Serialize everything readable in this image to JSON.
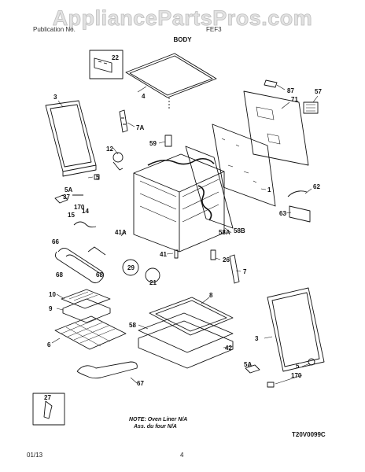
{
  "watermark": "AppliancePartsPros.com",
  "header": {
    "left": "Publication No.",
    "right": "FEF3",
    "title": "BODY"
  },
  "callouts": [
    "22",
    "4",
    "3",
    "7A",
    "12",
    "59",
    "87",
    "71",
    "57",
    "5",
    "5A",
    "37",
    "170",
    "15",
    "14",
    "1",
    "62",
    "63",
    "41A",
    "58A",
    "58B",
    "66",
    "68",
    "68",
    "41",
    "29",
    "21",
    "26",
    "7",
    "10",
    "9",
    "8",
    "58",
    "3",
    "6",
    "42",
    "5A",
    "5",
    "170",
    "67",
    "27"
  ],
  "note": {
    "line1": "NOTE: Oven Liner N/A",
    "line2": "Ass. du four N/A"
  },
  "diagram_code": "T20V0099C",
  "footer": {
    "date": "01/13",
    "page": "4"
  }
}
